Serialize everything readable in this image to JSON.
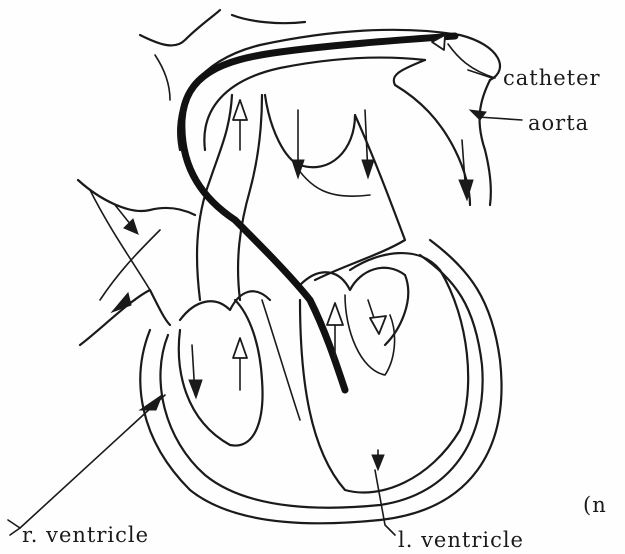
{
  "labels": {
    "catheter": "catheter",
    "aorta": "aorta",
    "r_ventricle": "r. ventricle",
    "l_ventricle": "l. ventricle",
    "cut_off": "(n"
  },
  "colors": {
    "ink": "#1a1a1a",
    "paper": "#fefefe"
  }
}
